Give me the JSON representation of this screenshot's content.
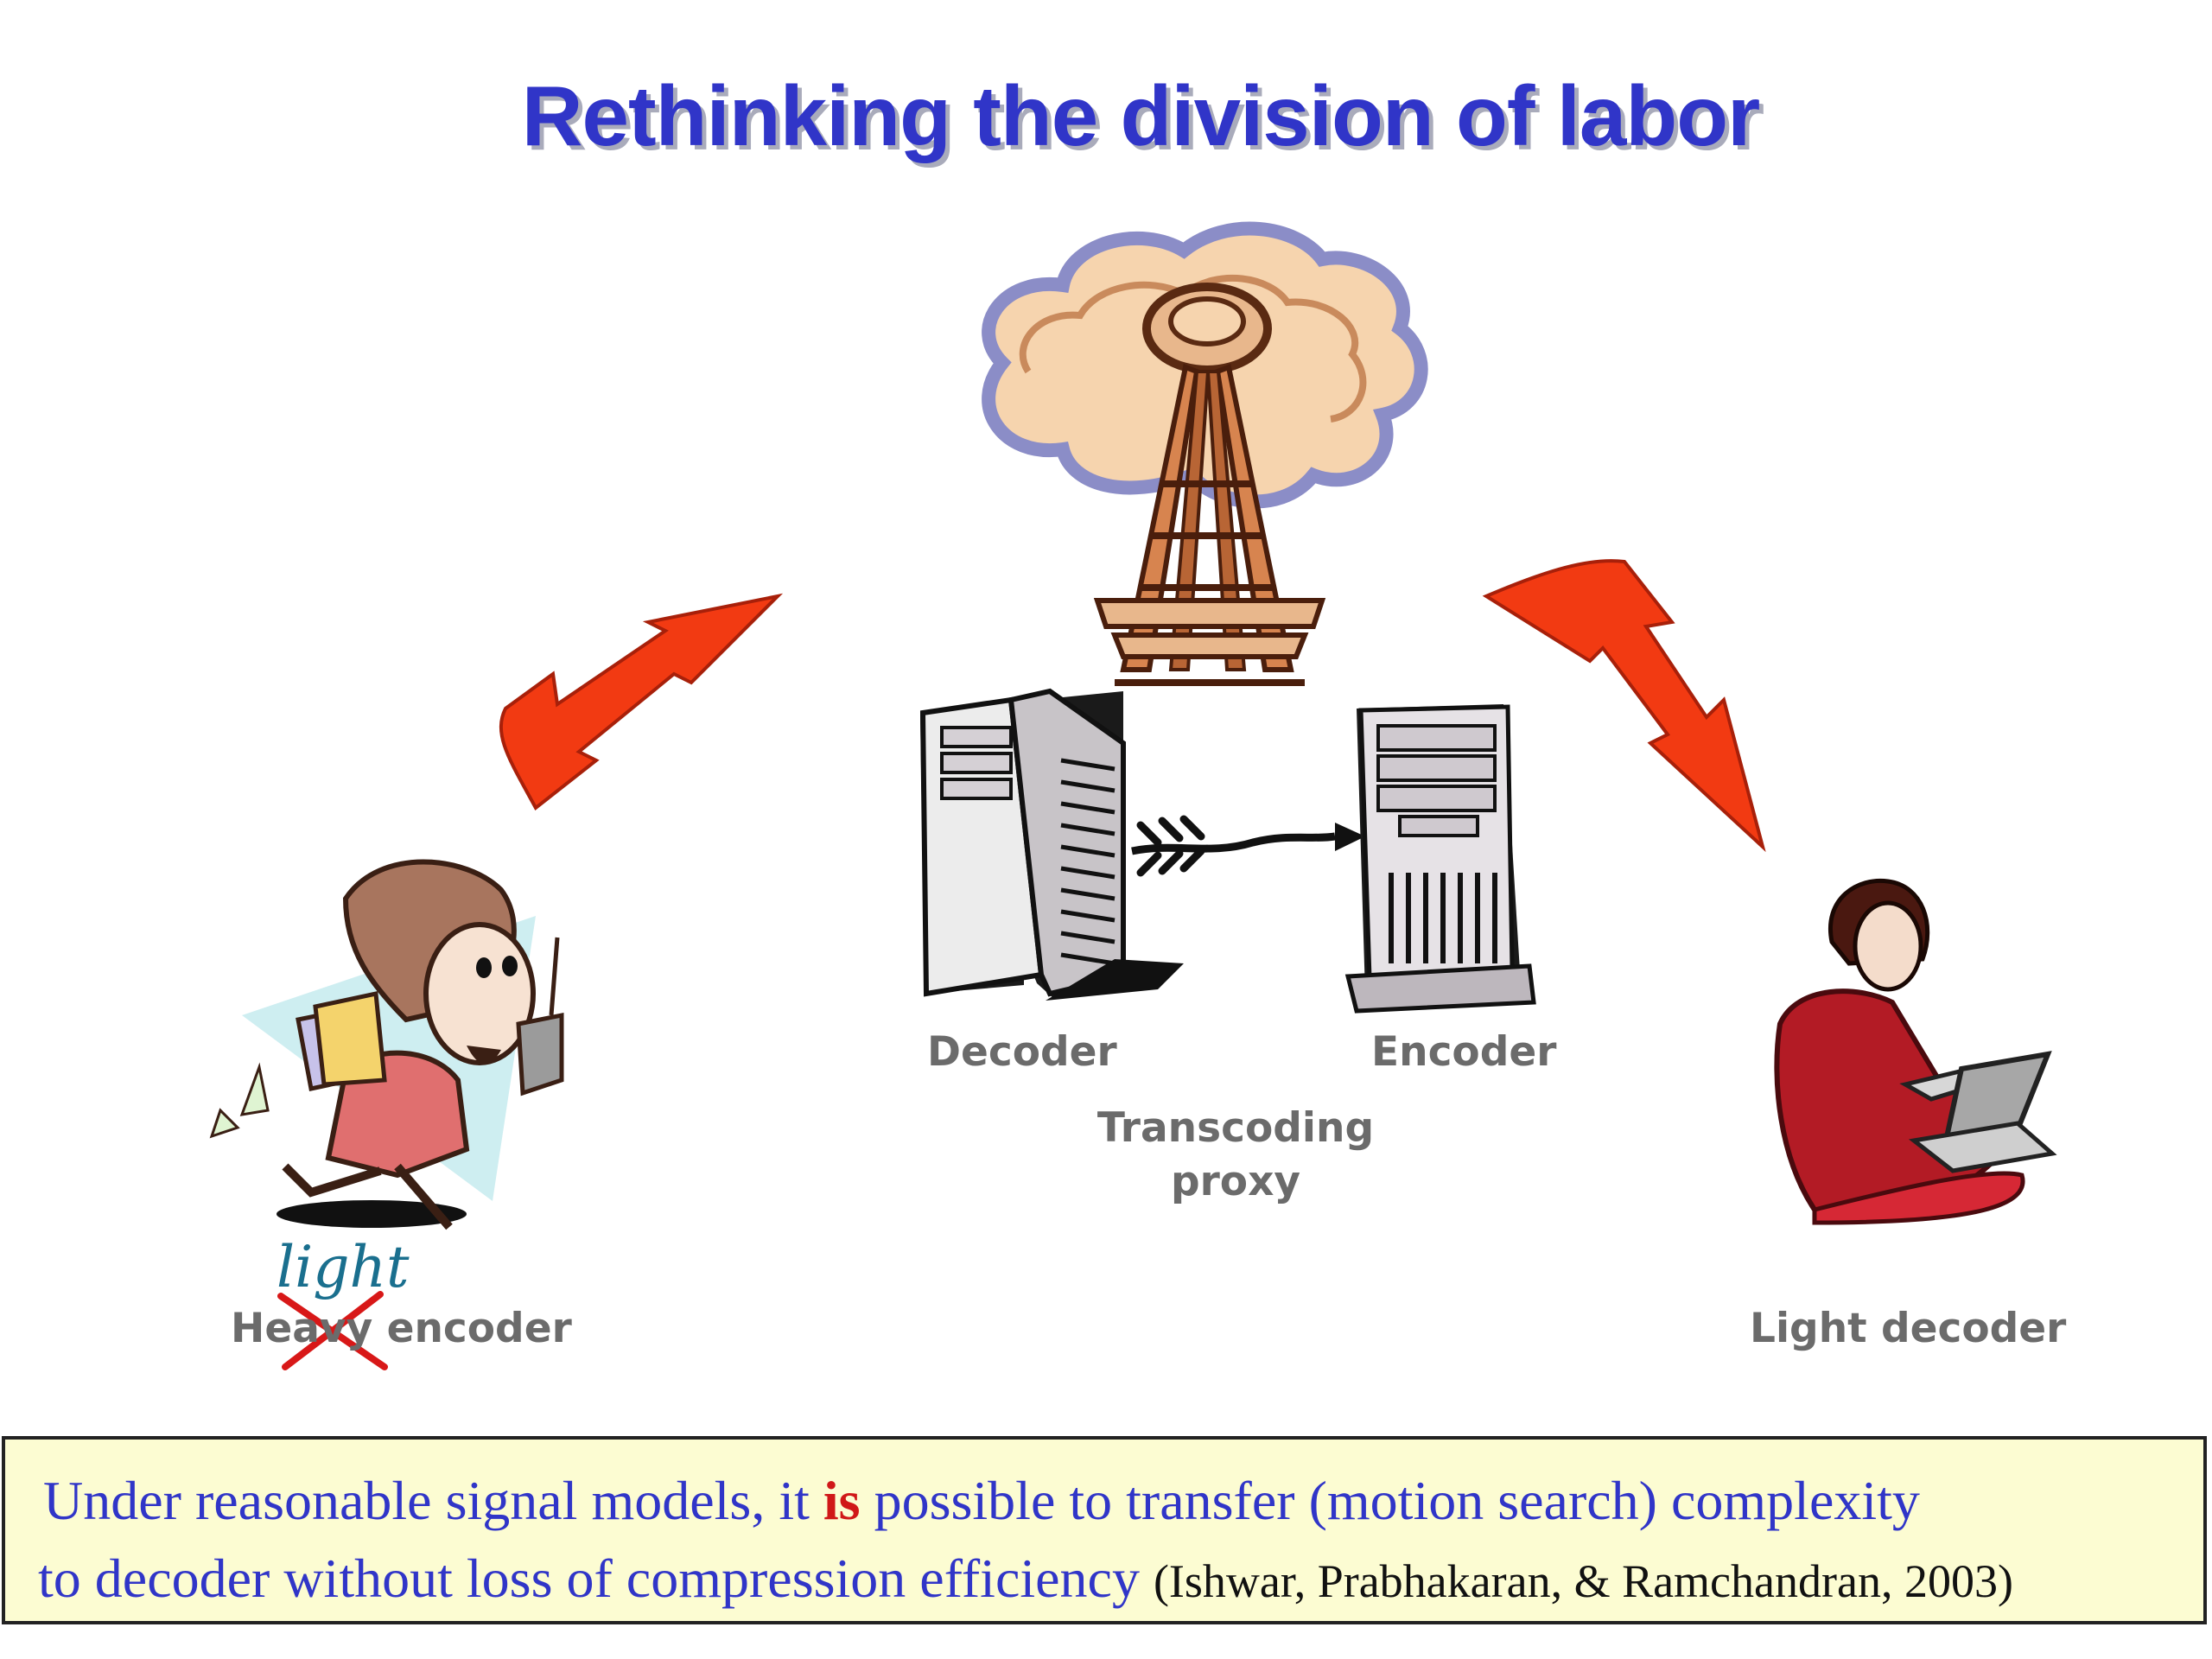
{
  "title": "Rethinking the division of labor",
  "labels": {
    "decoder": "Decoder",
    "encoder": "Encoder",
    "proxy_line1": "Transcoding",
    "proxy_line2": "proxy",
    "heavy_encoder": "Heavy encoder",
    "light_handwritten": "light",
    "light_decoder": "Light decoder"
  },
  "banner": {
    "line1_before": "Under reasonable signal models, it ",
    "line1_emph": "is",
    "line1_after": " possible to transfer (motion search) complexity",
    "line2": "to decoder without loss of compression efficiency ",
    "citation": "(Ishwar, Prabhakaran, & Ramchandran, 2003)"
  },
  "colors": {
    "title": "#3035c8",
    "arrow": "#f23a12",
    "banner_bg": "#fcfcd2",
    "emphasis": "#d01818",
    "label": "#6b6b6b"
  },
  "icons": [
    "space-needle-icon",
    "server-tower-icon",
    "feathered-arrow-icon",
    "lightning-arrow-icon",
    "running-woman-icon",
    "laptop-woman-icon"
  ]
}
